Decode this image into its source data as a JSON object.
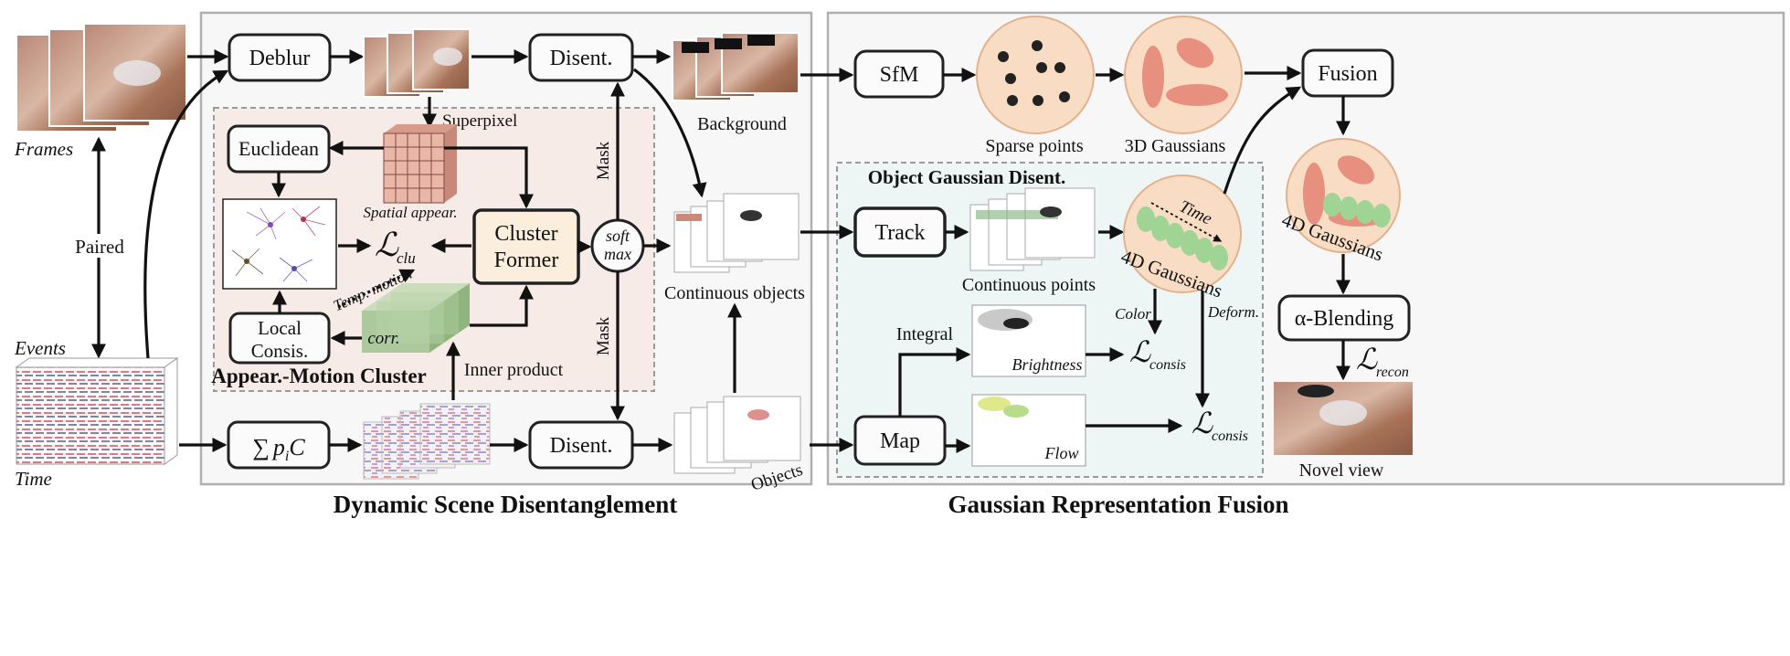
{
  "panels": {
    "left_title": "Dynamic Scene Disentanglement",
    "right_title": "Gaussian Representation Fusion",
    "cluster_title": "Appear.-Motion Cluster",
    "object_title": "Object Gaussian Disent."
  },
  "inputs": {
    "frames": "Frames",
    "events": "Events",
    "time": "Time",
    "paired": "Paired"
  },
  "nodes": {
    "deblur": "Deblur",
    "disent_top": "Disent.",
    "disent_bottom": "Disent.",
    "sum_prefix": "∑",
    "sum_p": "p",
    "sum_i": "i",
    "sum_c": "C",
    "euclidean": "Euclidean",
    "local_consis_1": "Local",
    "local_consis_2": "Consis.",
    "cluster_former_1": "Cluster",
    "cluster_former_2": "Former",
    "softmax_1": "soft",
    "softmax_2": "max",
    "sfm": "SfM",
    "track": "Track",
    "map": "Map",
    "fusion": "Fusion",
    "alpha_blending": "α-Blending"
  },
  "labels": {
    "superpixel": "Superpixel",
    "spatial_appear": "Spatial appear.",
    "temp_motion": "Temp. motion",
    "corr": "corr.",
    "inner_product": "Inner product",
    "mask_top": "Mask",
    "mask_bottom": "Mask",
    "background": "Background",
    "continuous_objects": "Continuous objects",
    "objects": "Objects",
    "sparse_points": "Sparse points",
    "gaussians_3d": "3D Gaussians",
    "gaussians_4d": "4D Gaussians",
    "gaussians_4d_right": "4D Gaussians",
    "time_arrow": "Time",
    "continuous_points": "Continuous points",
    "color": "Color",
    "deform": "Deform.",
    "integral": "Integral",
    "brightness": "Brightness",
    "flow": "Flow",
    "novel_view": "Novel view"
  },
  "losses": {
    "l_clu_sym": "ℒ",
    "l_clu_sub": "clu",
    "l_consis_sym": "ℒ",
    "l_consis_sub": "consis",
    "l_consis2_sym": "ℒ",
    "l_consis2_sub": "consis",
    "l_recon_sym": "ℒ",
    "l_recon_sub": "recon"
  },
  "colors": {
    "panel_border": "#b0b0b0",
    "panel_fill": "#f7f7f7",
    "cluster_fill": "#f7ebe8",
    "object_fill": "#eef6f5",
    "gaussian_circle": "#f9dcc4",
    "gaussian_red": "#e8907f",
    "gaussian_green": "#9fd495",
    "superpixel": "#e9b6a8",
    "corr_green": "#a8c79a",
    "former_fill": "#fbeedd"
  }
}
